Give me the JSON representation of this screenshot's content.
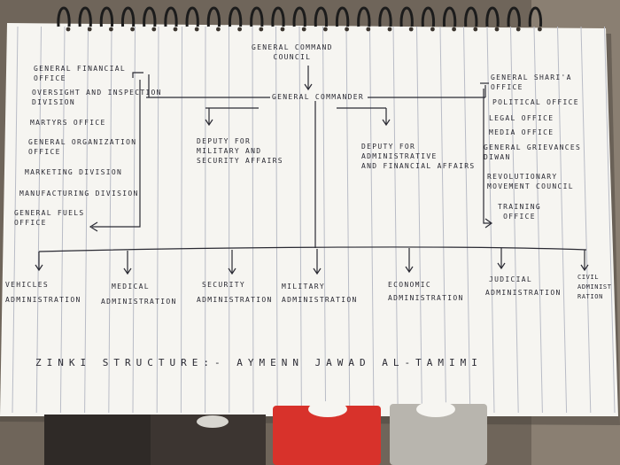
{
  "chart": {
    "root": [
      "General Command",
      "Council"
    ],
    "commander": "General Commander",
    "left_offices": [
      [
        "General Financial",
        "Office"
      ],
      [
        "Oversight and Inspection",
        "Division"
      ],
      [
        "Martyrs Office"
      ],
      [
        "General Organization",
        "Office"
      ],
      [
        "Marketing Division"
      ],
      [
        "Manufacturing Division"
      ],
      [
        "General Fuels",
        "Office"
      ]
    ],
    "deputies": [
      [
        "Deputy for",
        "Military and",
        "Security Affairs"
      ],
      [
        "Deputy for",
        "Administrative",
        "and Financial Affairs"
      ]
    ],
    "right_offices": [
      [
        "General Shari'a",
        "Office"
      ],
      [
        "Political Office"
      ],
      [
        "Legal Office"
      ],
      [
        "Media Office"
      ],
      [
        "General Grievances",
        "Diwan"
      ],
      [
        "Revolutionary",
        "Movement Council"
      ],
      [
        "Training",
        "Office"
      ]
    ],
    "administrations": [
      [
        "Vehicles",
        "Administration"
      ],
      [
        "Medical",
        "Administration"
      ],
      [
        "Security",
        "Administration"
      ],
      [
        "Military",
        "Administration"
      ],
      [
        "Economic",
        "Administration"
      ],
      [
        "Judicial",
        "Administration"
      ],
      [
        "Civil",
        "Administration"
      ]
    ],
    "caption": "Zinki Structure:- Aymenn Jawad Al-Tamimi"
  },
  "colors": {
    "paper": "#f6f5f1",
    "ink": "#2a2a33",
    "rule": "#b9bcc6",
    "background": "#6f655a",
    "red_tab": "#d8322b"
  }
}
